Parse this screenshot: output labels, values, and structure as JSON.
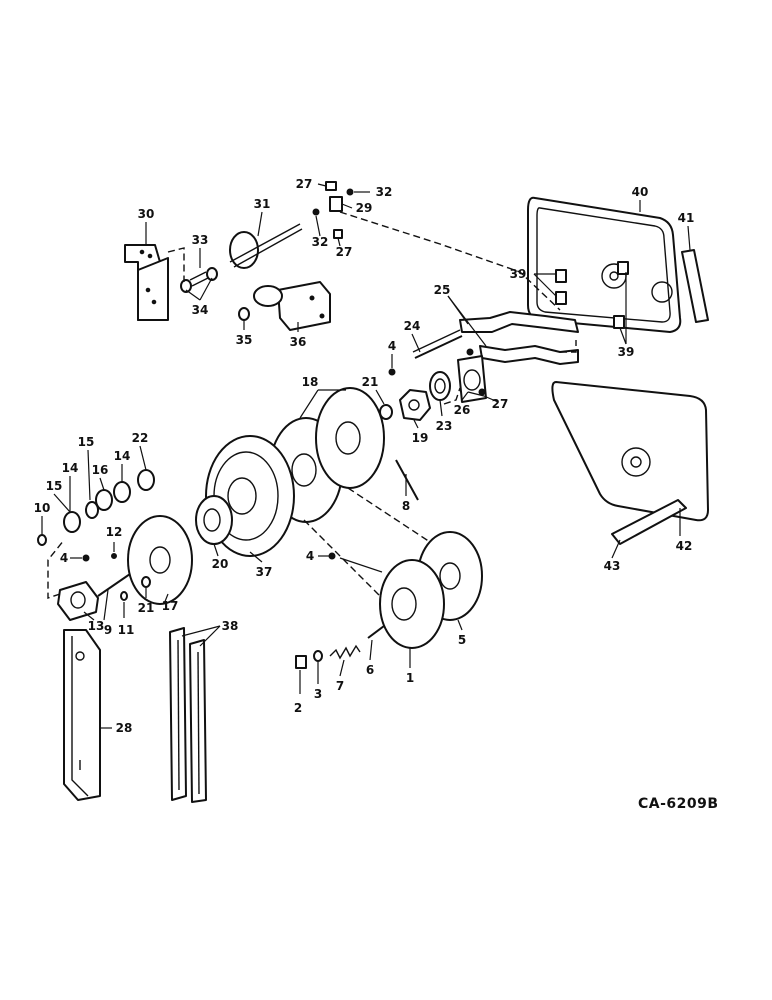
{
  "drawing_number": "CA-6209B",
  "callouts": {
    "c1": "1",
    "c2": "2",
    "c3": "3",
    "c4a": "4",
    "c4b": "4",
    "c4c": "4",
    "c5": "5",
    "c6": "6",
    "c7": "7",
    "c8": "8",
    "c9": "9",
    "c10": "10",
    "c11": "11",
    "c12": "12",
    "c13": "13",
    "c14a": "14",
    "c14b": "14",
    "c15a": "15",
    "c15b": "15",
    "c16": "16",
    "c17": "17",
    "c18": "18",
    "c19": "19",
    "c20": "20",
    "c21a": "21",
    "c21b": "21",
    "c22": "22",
    "c23": "23",
    "c24": "24",
    "c25": "25",
    "c26": "26",
    "c27a": "27",
    "c27b": "27",
    "c27c": "27",
    "c28": "28",
    "c29": "29",
    "c30": "30",
    "c31": "31",
    "c32a": "32",
    "c32b": "32",
    "c33": "33",
    "c34": "34",
    "c35": "35",
    "c36": "36",
    "c37": "37",
    "c38": "38",
    "c39a": "39",
    "c39b": "39",
    "c40": "40",
    "c41": "41",
    "c42": "42",
    "c43": "43"
  }
}
